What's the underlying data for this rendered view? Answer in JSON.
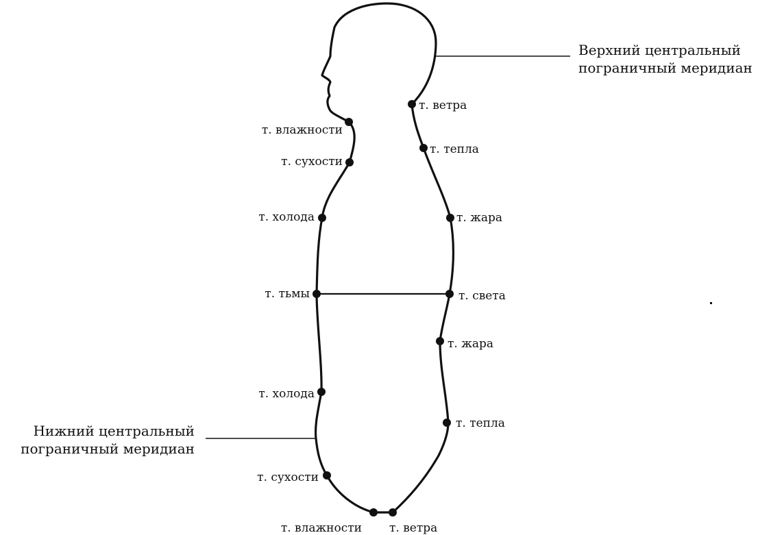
{
  "meridians": {
    "upper": {
      "line1": "Верхний центральный",
      "line2": "пограничный меридиан"
    },
    "lower": {
      "line1": "Нижний центральный",
      "line2": "пограничный меридиан"
    }
  },
  "points": {
    "wind_top": "т. ветра",
    "moisture_top": "т. влажности",
    "warmth_top": "т. тепла",
    "dryness_top": "т. сухости",
    "cold_top": "т. холода",
    "heat_top": "т. жара",
    "darkness": "т. тьмы",
    "light": "т. света",
    "heat_bottom": "т. жара",
    "cold_bottom": "т. холода",
    "warmth_bottom": "т. тепла",
    "dryness_bottom": "т. сухости",
    "moisture_bottom": "т. влажности",
    "wind_bottom": "т. ветра"
  }
}
